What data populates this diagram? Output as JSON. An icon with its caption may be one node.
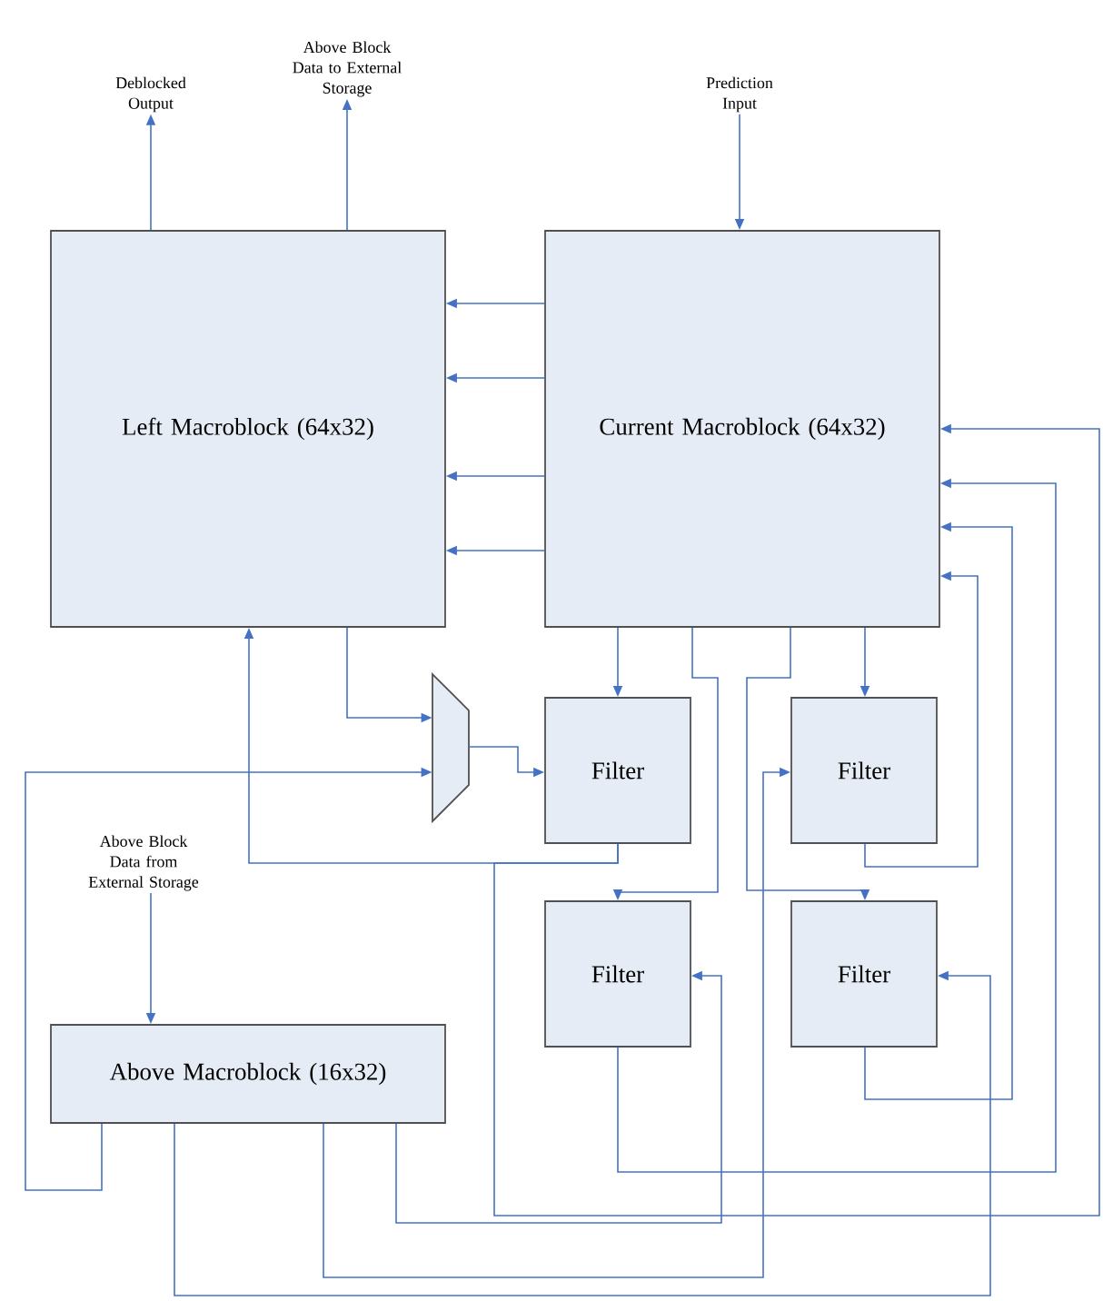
{
  "diagram": {
    "nodes": [
      {
        "text": [
          "Deblocked Output"
        ]
      },
      {
        "text": [
          "Above Block Data to External Storage"
        ]
      },
      {
        "text": [
          "Prediction Input"
        ]
      },
      {
        "text": [
          "Left Macroblock (64x32)"
        ]
      },
      {
        "text": [
          "Current Macroblock (64x32)"
        ]
      },
      {
        "text": [],
        "shape": "trapezoid"
      },
      {
        "text": [
          "Filter"
        ]
      },
      {
        "text": [
          "Filter"
        ]
      },
      {
        "text": [
          "Filter"
        ]
      },
      {
        "text": [
          "Above Block Data from External Storage"
        ]
      },
      {
        "text": [
          "Filter"
        ]
      },
      {
        "text": [
          "Above Macroblock (16x32)"
        ]
      }
    ],
    "edges": [
      {
        "from": 3,
        "to": 0,
        "arrow": "to"
      },
      {
        "from": 3,
        "to": 1,
        "arrow": "to"
      },
      {
        "from": 2,
        "to": 4,
        "arrow": "to"
      },
      {
        "from": 4,
        "to": 3,
        "arrow": "to"
      },
      {
        "from": 4,
        "to": 3,
        "arrow": "to"
      },
      {
        "from": 4,
        "to": 3,
        "arrow": "to"
      },
      {
        "from": 4,
        "to": 3,
        "arrow": "to"
      },
      {
        "from": 3,
        "to": 5,
        "arrow": "to"
      },
      {
        "from": 5,
        "to": 6,
        "arrow": "to"
      },
      {
        "from": 11,
        "to": 5,
        "arrow": "to"
      },
      {
        "from": 6,
        "to": 3,
        "arrow": "to"
      },
      {
        "from": 6,
        "to": 4,
        "arrow": "to"
      },
      {
        "from": 4,
        "to": 6,
        "arrow": "to"
      },
      {
        "from": 4,
        "to": 8,
        "arrow": "to"
      },
      {
        "from": 4,
        "to": 10,
        "arrow": "to"
      },
      {
        "from": 4,
        "to": 7,
        "arrow": "to"
      },
      {
        "from": 7,
        "to": 4,
        "arrow": "to"
      },
      {
        "from": 10,
        "to": 4,
        "arrow": "to"
      },
      {
        "from": 8,
        "to": 4,
        "arrow": "to"
      },
      {
        "from": 11,
        "to": 10,
        "arrow": "to"
      },
      {
        "from": 11,
        "to": 7,
        "arrow": "to"
      },
      {
        "from": 11,
        "to": 8,
        "arrow": "to"
      },
      {
        "from": 9,
        "to": 11,
        "arrow": "to"
      }
    ]
  }
}
